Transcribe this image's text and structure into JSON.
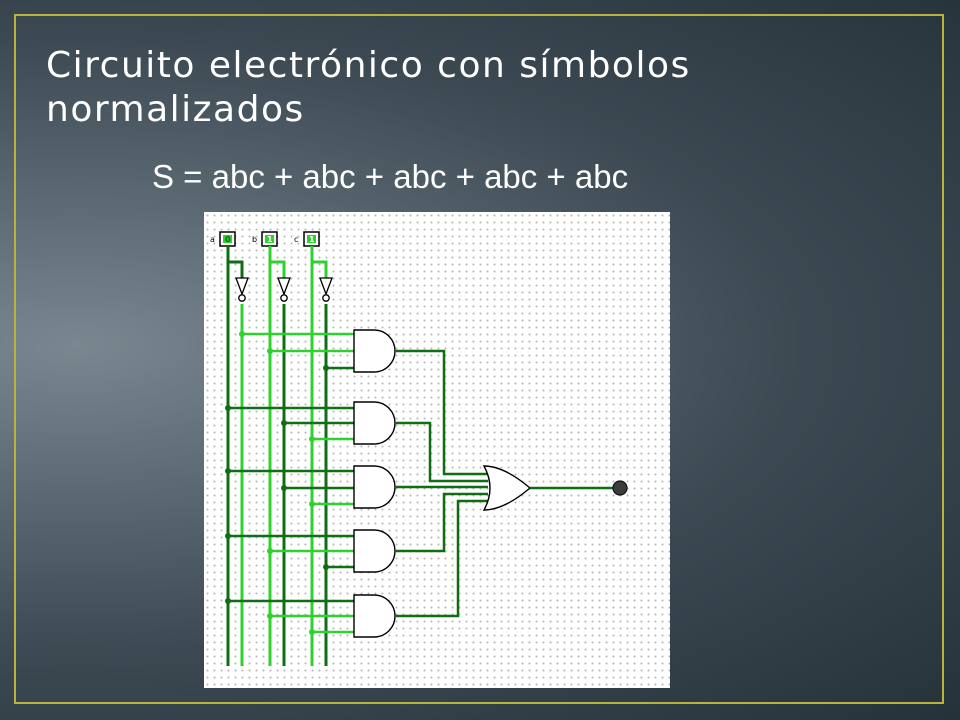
{
  "slide": {
    "title": "Circuito electrónico con símbolos normalizados",
    "formula": "S = abc + abc + abc + abc + abc"
  },
  "circuit": {
    "inputs": [
      {
        "name": "a",
        "value": "0"
      },
      {
        "name": "b",
        "value": "1"
      },
      {
        "name": "c",
        "value": "1"
      }
    ],
    "colors": {
      "wire_low": "#0f6e14",
      "wire_high": "#2fd12f",
      "accent_border": "#b9b33c",
      "output_led": "#3c3c3c"
    },
    "gates": {
      "not": 3,
      "and": 5,
      "or": 1
    }
  }
}
